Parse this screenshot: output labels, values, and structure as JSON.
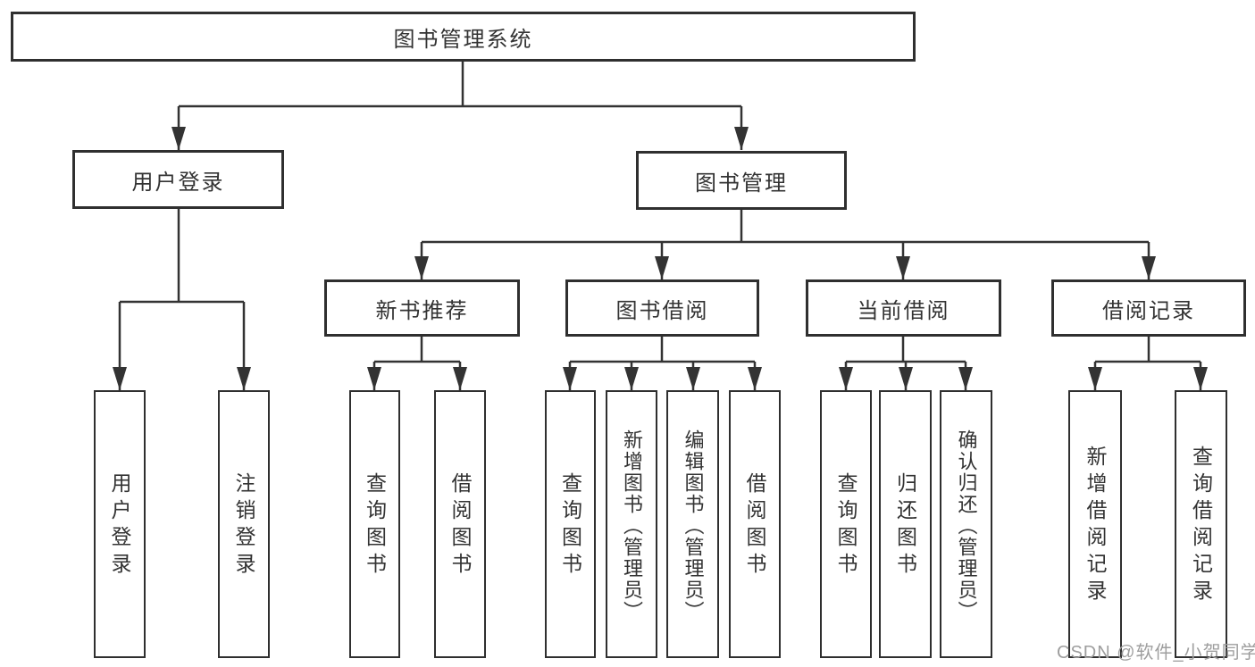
{
  "tree": {
    "label": "图书管理系统",
    "children": [
      {
        "label": "用户登录",
        "children": [
          {
            "label": "用户登录"
          },
          {
            "label": "注销登录"
          }
        ]
      },
      {
        "label": "图书管理",
        "children": [
          {
            "label": "新书推荐",
            "children": [
              {
                "label": "查询图书"
              },
              {
                "label": "借阅图书"
              }
            ]
          },
          {
            "label": "图书借阅",
            "children": [
              {
                "label": "查询图书"
              },
              {
                "label": "新增图书（管理员）"
              },
              {
                "label": "编辑图书（管理员）"
              },
              {
                "label": "借阅图书"
              }
            ]
          },
          {
            "label": "当前借阅",
            "children": [
              {
                "label": "查询图书"
              },
              {
                "label": "归还图书"
              },
              {
                "label": "确认归还（管理员）"
              }
            ]
          },
          {
            "label": "借阅记录",
            "children": [
              {
                "label": "新增借阅记录"
              },
              {
                "label": "查询借阅记录"
              }
            ]
          }
        ]
      }
    ]
  },
  "watermark": {
    "text": "CSDN @软件_小贺同学",
    "color": "#9e9e9e"
  },
  "colors": {
    "line": "#333333",
    "box_border": "#2f2f2f",
    "box_fill": "#ffffff",
    "text": "#333333",
    "background": "#ffffff"
  }
}
